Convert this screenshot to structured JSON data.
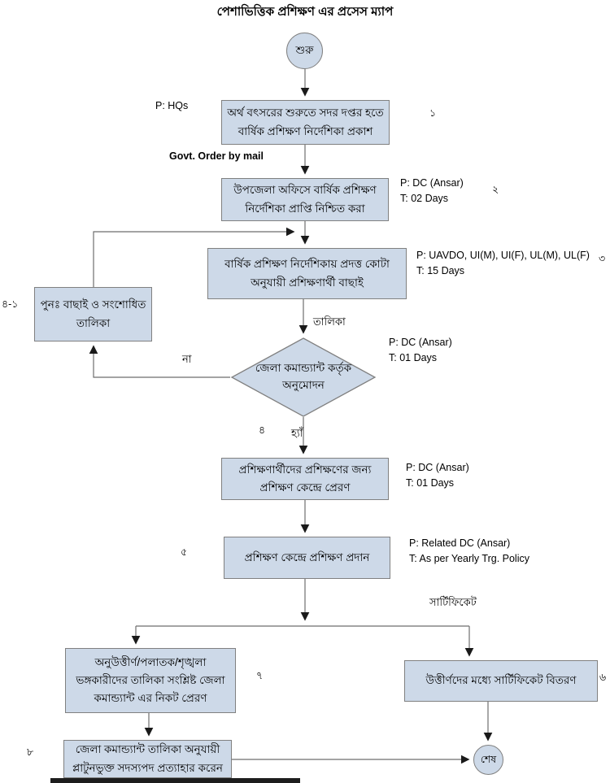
{
  "title": "পেশাভিত্তিক প্রশিক্ষণ এর প্রসেস ম্যাপ",
  "colors": {
    "node_fill": "#cdd9e8",
    "node_border": "#808080",
    "connector_line": "#6e6e6e",
    "arrowhead": "#1a1a1a"
  },
  "terminals": {
    "start": "শুরু",
    "end": "শেষ"
  },
  "steps": {
    "s1": {
      "text": "অর্থ বৎসরের শুরুতে সদর দপ্তর হতে বার্ষিক প্রশিক্ষণ নির্দেশিকা প্রকাশ",
      "num": "১",
      "actor": "P: HQs"
    },
    "s2": {
      "text": "উপজেলা অফিসে বার্ষিক প্রশিক্ষণ নির্দেশিকা প্রাপ্তি নিশ্চিত করা",
      "num": "২",
      "actor": "P: DC (Ansar)",
      "time": "T: 02 Days"
    },
    "s3": {
      "text": "বার্ষিক প্রশিক্ষণ নির্দেশিকায় প্রদত্ত কোটা অনুযায়ী প্রশিক্ষণার্থী বাছাই",
      "num": "৩",
      "actor": "P: UAVDO, UI(M), UI(F), UL(M), UL(F)",
      "time": "T: 15 Days"
    },
    "revise": {
      "text": "পুনঃ বাছাই ও সংশোধিত তালিকা",
      "num": "৪-১"
    },
    "s4": {
      "text": "প্রশিক্ষণার্থীদের প্রশিক্ষণের জন্য প্রশিক্ষণ কেন্দ্রে প্রেরণ",
      "actor": "P: DC (Ansar)",
      "time": "T: 01 Days"
    },
    "s5": {
      "text": "প্রশিক্ষণ কেন্দ্রে প্রশিক্ষণ প্রদান",
      "num": "৫",
      "actor": "P: Related DC (Ansar)",
      "time": "T: As per Yearly Trg. Policy"
    },
    "s6": {
      "text": "উত্তীর্ণদের মধ্যে সার্টিফিকেট বিতরণ",
      "num": "৬"
    },
    "s7": {
      "text": "অনুউত্তীর্ণ/পলাতক/শৃঙ্খলা ভঙ্গকারীদের তালিকা সংশ্লিষ্ট জেলা কমান্ড্যান্ট এর নিকট প্রেরণ",
      "num": "৭"
    },
    "s8": {
      "text": "জেলা কমান্ড্যান্ট তালিকা অনুযায়ী প্লাটুনভুক্ত সদস্যপদ প্রত্যাহার করেন",
      "num": "৮"
    }
  },
  "decision": {
    "text": "জেলা কমান্ড্যান্ট কর্তৃক অনুমোদন",
    "num": "৪",
    "actor": "P: DC (Ansar)",
    "time": "T: 01 Days",
    "yes_label": "হ্যাঁ",
    "no_label": "না"
  },
  "edge_labels": {
    "govt_order": "Govt. Order by mail",
    "list": "তালিকা",
    "certificate": "সার্টিফিকেট"
  }
}
